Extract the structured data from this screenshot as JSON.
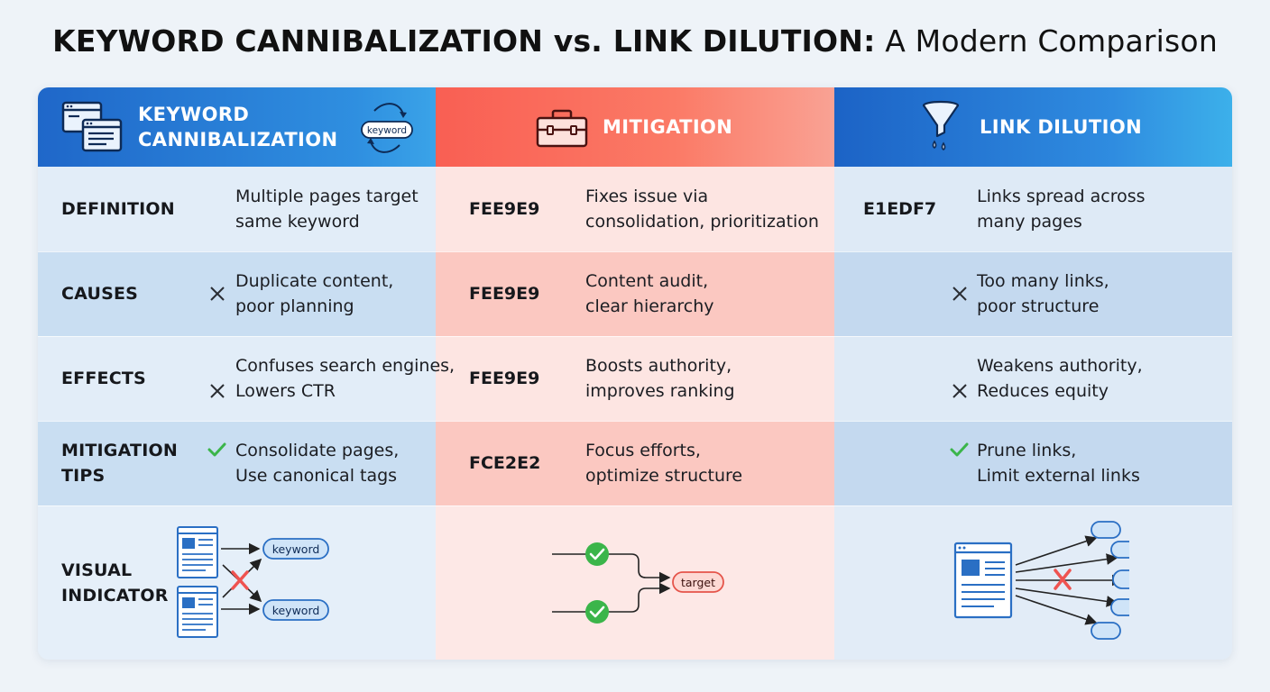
{
  "title": {
    "bold": "KEYWORD CANNIBALIZATION vs. LINK DILUTION:",
    "light": "A Modern Comparison"
  },
  "headers": {
    "left": {
      "line1": "KEYWORD",
      "line2": "CANNIBALIZATION",
      "icon": "browser-windows-icon",
      "badge": "keyword"
    },
    "mid": {
      "label": "MITIGATION",
      "icon": "toolbox-icon"
    },
    "right": {
      "label": "LINK DILUTION",
      "icon": "funnel-icon"
    }
  },
  "rows": [
    {
      "label_line1": "DEFINITION",
      "label_line2": "",
      "left": {
        "line1": "Multiple pages target",
        "line2": "same keyword",
        "mark": "none"
      },
      "mid": {
        "code": "FEE9E9",
        "line1": "Fixes issue via",
        "line2": "consolidation, prioritization"
      },
      "right": {
        "code": "E1EDF7",
        "line1": "Links spread across",
        "line2": "many pages",
        "mark": "none"
      }
    },
    {
      "label_line1": "CAUSES",
      "label_line2": "",
      "left": {
        "line1": "Duplicate content,",
        "line2": "poor planning",
        "mark": "cross"
      },
      "mid": {
        "code": "FEE9E9",
        "line1": "Content audit,",
        "line2": "clear hierarchy"
      },
      "right": {
        "code": "",
        "line1": "Too many links,",
        "line2": "poor structure",
        "mark": "cross"
      }
    },
    {
      "label_line1": "EFFECTS",
      "label_line2": "",
      "left": {
        "line1": "Confuses search engines,",
        "line2": "Lowers CTR",
        "mark": "cross"
      },
      "mid": {
        "code": "FEE9E9",
        "line1": "Boosts authority,",
        "line2": "improves ranking"
      },
      "right": {
        "code": "",
        "line1": "Weakens authority,",
        "line2": "Reduces equity",
        "mark": "cross"
      }
    },
    {
      "label_line1": "MITIGATION",
      "label_line2": "TIPS",
      "left": {
        "line1": "Consolidate pages,",
        "line2": "Use canonical tags",
        "mark": "check"
      },
      "mid": {
        "code": "FCE2E2",
        "line1": "Focus efforts,",
        "line2": "optimize structure"
      },
      "right": {
        "code": "",
        "line1": "Prune links,",
        "line2": "Limit external links",
        "mark": "check"
      }
    }
  ],
  "visual": {
    "label_line1": "VISUAL",
    "label_line2": "INDICATOR",
    "left_pill_top": "keyword",
    "left_pill_bottom": "keyword",
    "mid_pill": "target"
  },
  "colors": {
    "blue_header": "#1f67c9",
    "red_header": "#f95f53",
    "cross": "#2a2d33",
    "check": "#3bb54a",
    "red_x": "#ef5350"
  }
}
